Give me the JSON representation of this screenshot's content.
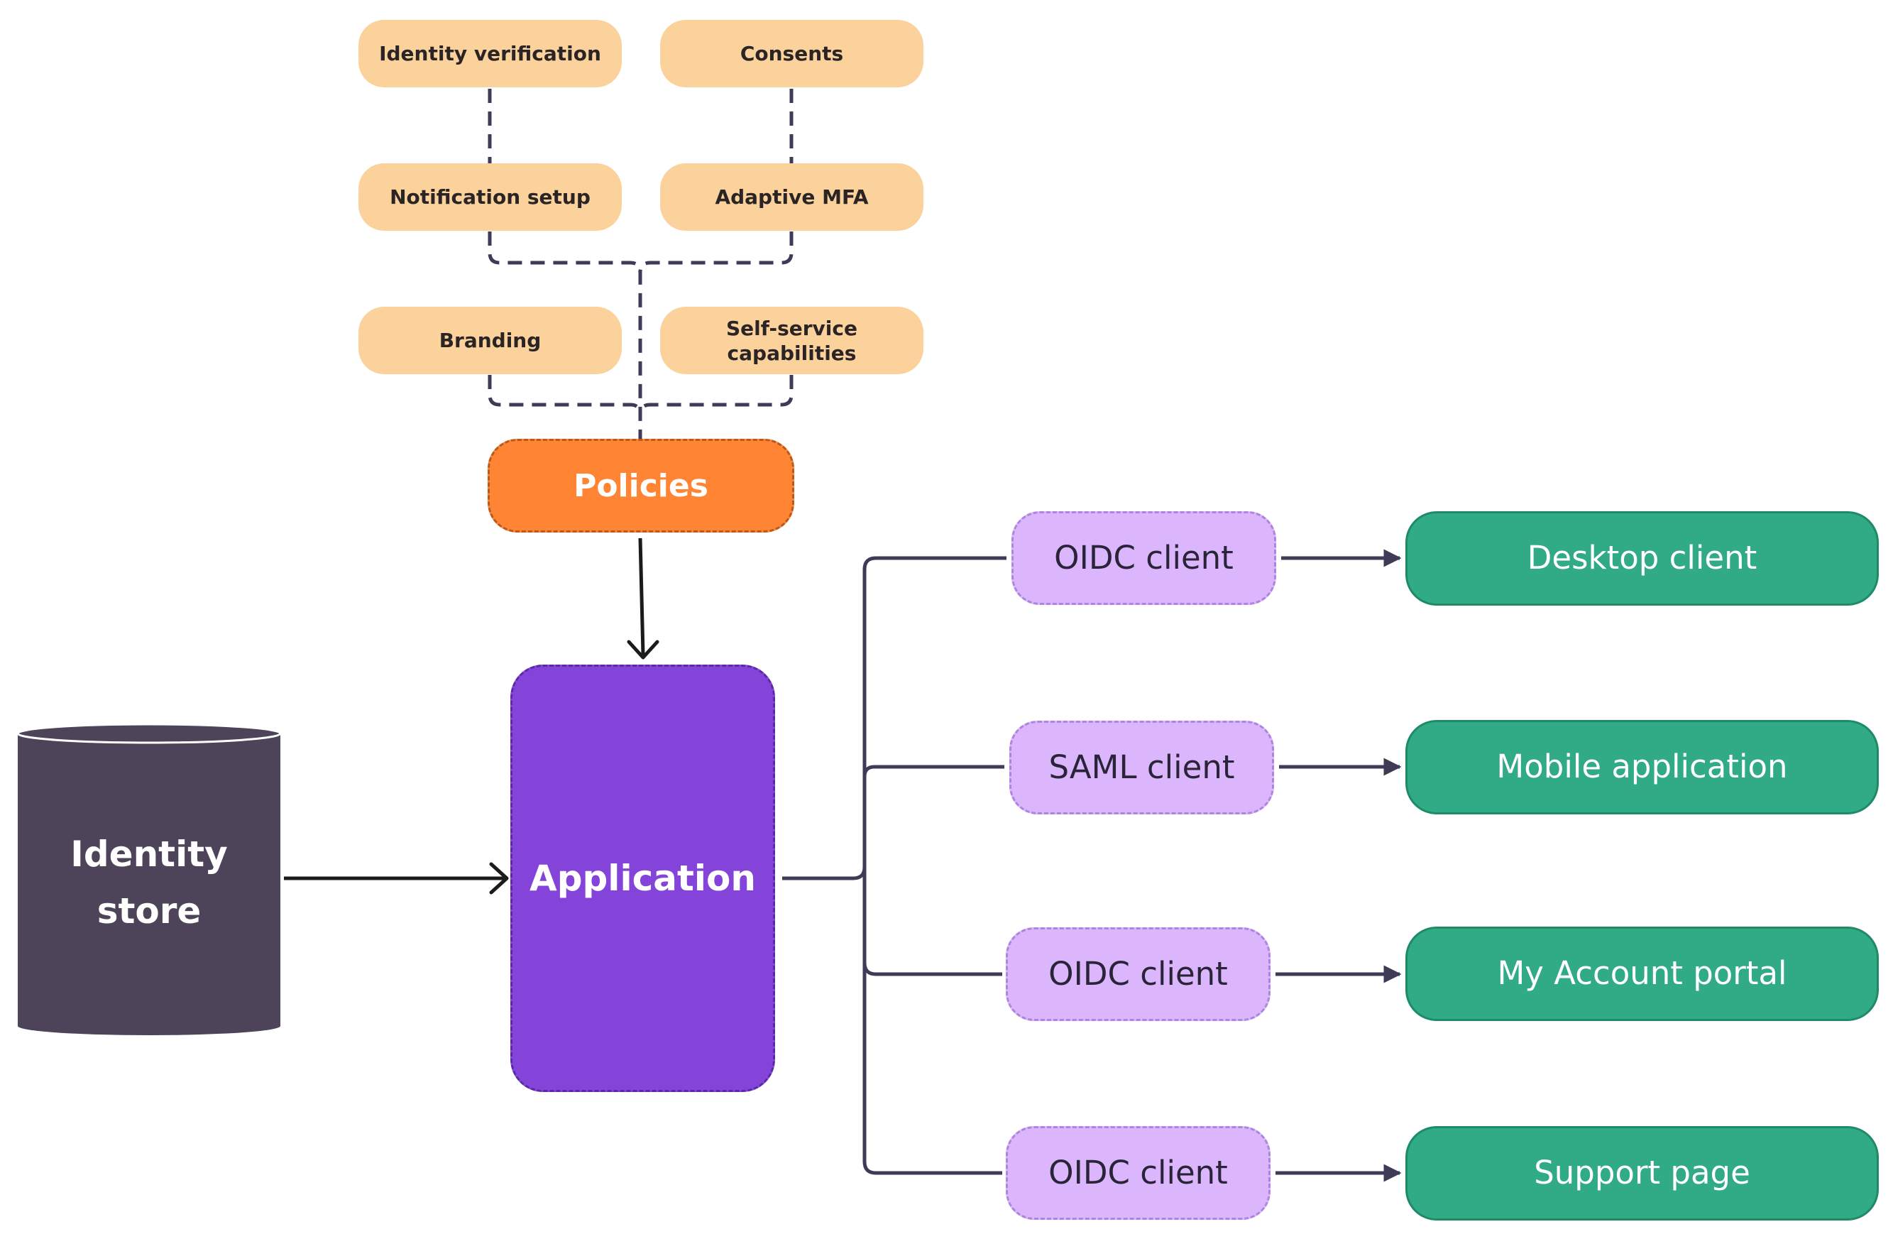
{
  "features": [
    {
      "label": "Identity verification"
    },
    {
      "label": "Consents"
    },
    {
      "label": "Notification setup"
    },
    {
      "label": "Adaptive MFA"
    },
    {
      "label": "Branding"
    },
    {
      "label": "Self-service capabilities"
    }
  ],
  "policies": {
    "label": "Policies"
  },
  "application": {
    "label": "Application"
  },
  "identity_store": {
    "line1": "Identity",
    "line2": "store"
  },
  "clients": [
    {
      "label": "OIDC client"
    },
    {
      "label": "SAML client"
    },
    {
      "label": "OIDC client"
    },
    {
      "label": "OIDC client"
    }
  ],
  "targets": [
    {
      "label": "Desktop client"
    },
    {
      "label": "Mobile application"
    },
    {
      "label": "My Account portal"
    },
    {
      "label": "Support page"
    }
  ],
  "colors": {
    "feature": "#fbd29c",
    "policies": "#ff8433",
    "application": "#8444da",
    "client": "#dbb6fc",
    "target": "#31ab85",
    "identity_store": "#4d4459",
    "connector": "#3f3a55"
  }
}
